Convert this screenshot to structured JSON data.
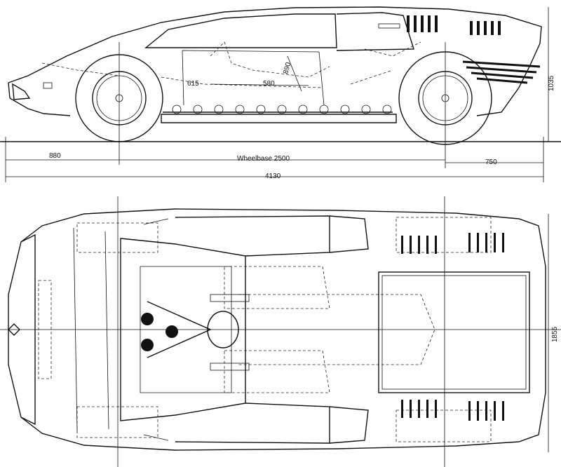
{
  "side_view": {
    "dim_front_overhang": "880",
    "dim_wheelbase": "Wheelbase 2500",
    "dim_rear_overhang": "750",
    "dim_overall_length": "4130",
    "dim_height": "1035",
    "dim_a": "890",
    "dim_b": "580",
    "dim_c": "615"
  },
  "top_view": {
    "dim_width": "1855"
  }
}
